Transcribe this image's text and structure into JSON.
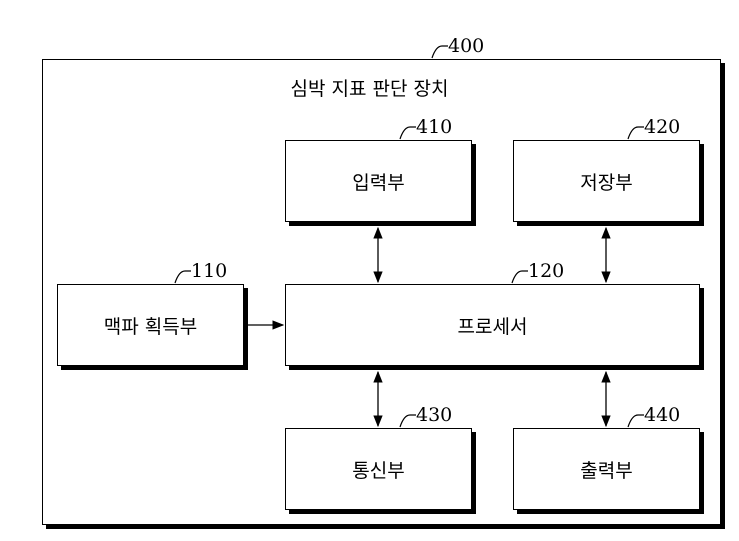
{
  "device": {
    "ref": "400",
    "title": "심박 지표 판단 장치"
  },
  "blocks": {
    "input": {
      "ref": "410",
      "label": "입력부"
    },
    "storage": {
      "ref": "420",
      "label": "저장부"
    },
    "pulse": {
      "ref": "110",
      "label": "맥파 획득부"
    },
    "processor": {
      "ref": "120",
      "label": "프로세서"
    },
    "comm": {
      "ref": "430",
      "label": "통신부"
    },
    "output": {
      "ref": "440",
      "label": "출력부"
    }
  }
}
